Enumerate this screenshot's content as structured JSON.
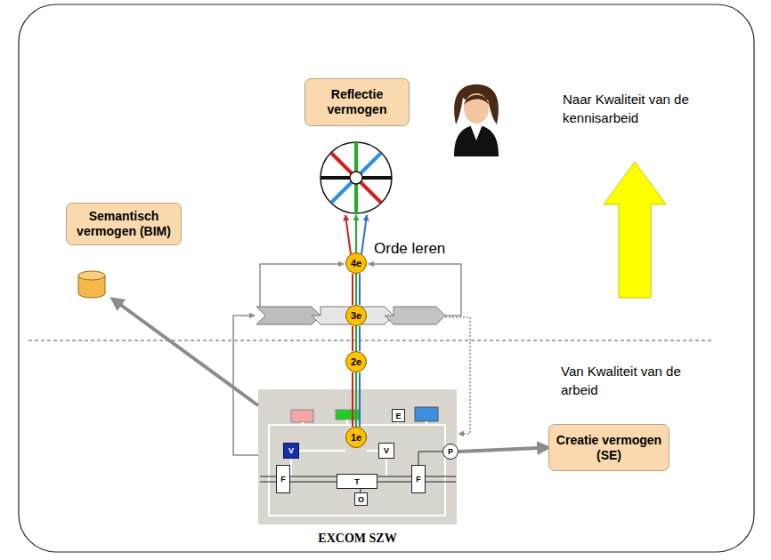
{
  "diagram": {
    "nodes": [
      {
        "text": [
          "Reflectie vermogen"
        ]
      },
      {
        "text": [
          "Semantisch vermogen (BIM)"
        ]
      },
      {
        "text": [
          "4e"
        ]
      },
      {
        "text": [
          "3e"
        ]
      },
      {
        "text": [
          "2e"
        ]
      },
      {
        "text": [
          "EXCOM SZW"
        ]
      },
      {
        "text": [
          "E"
        ],
        "in": 5
      },
      {
        "text": [
          "1e"
        ],
        "in": 5
      },
      {
        "text": [
          "V"
        ],
        "in": 5
      },
      {
        "text": [
          "V"
        ],
        "in": 5
      },
      {
        "text": [
          "F"
        ],
        "in": 5
      },
      {
        "text": [
          "T"
        ],
        "in": 5
      },
      {
        "text": [
          "F"
        ],
        "in": 5
      },
      {
        "text": [
          "P"
        ],
        "in": 5
      },
      {
        "text": [
          "O"
        ],
        "in": 5
      },
      {
        "text": [
          "Creatie vermogen (SE)"
        ]
      }
    ],
    "edges": [
      {
        "from": 5,
        "to": 1,
        "arrow": "to"
      },
      {
        "from": 13,
        "to": 15,
        "arrow": "to"
      },
      {
        "from": 7,
        "to": 4,
        "arrow": "none"
      },
      {
        "from": 4,
        "to": 3,
        "arrow": "none"
      },
      {
        "from": 3,
        "to": 2,
        "arrow": "none"
      }
    ],
    "labels": [
      "Orde leren",
      "Naar Kwaliteit van de kennisarbeid",
      "Van Kwaliteit van de arbeid"
    ]
  }
}
